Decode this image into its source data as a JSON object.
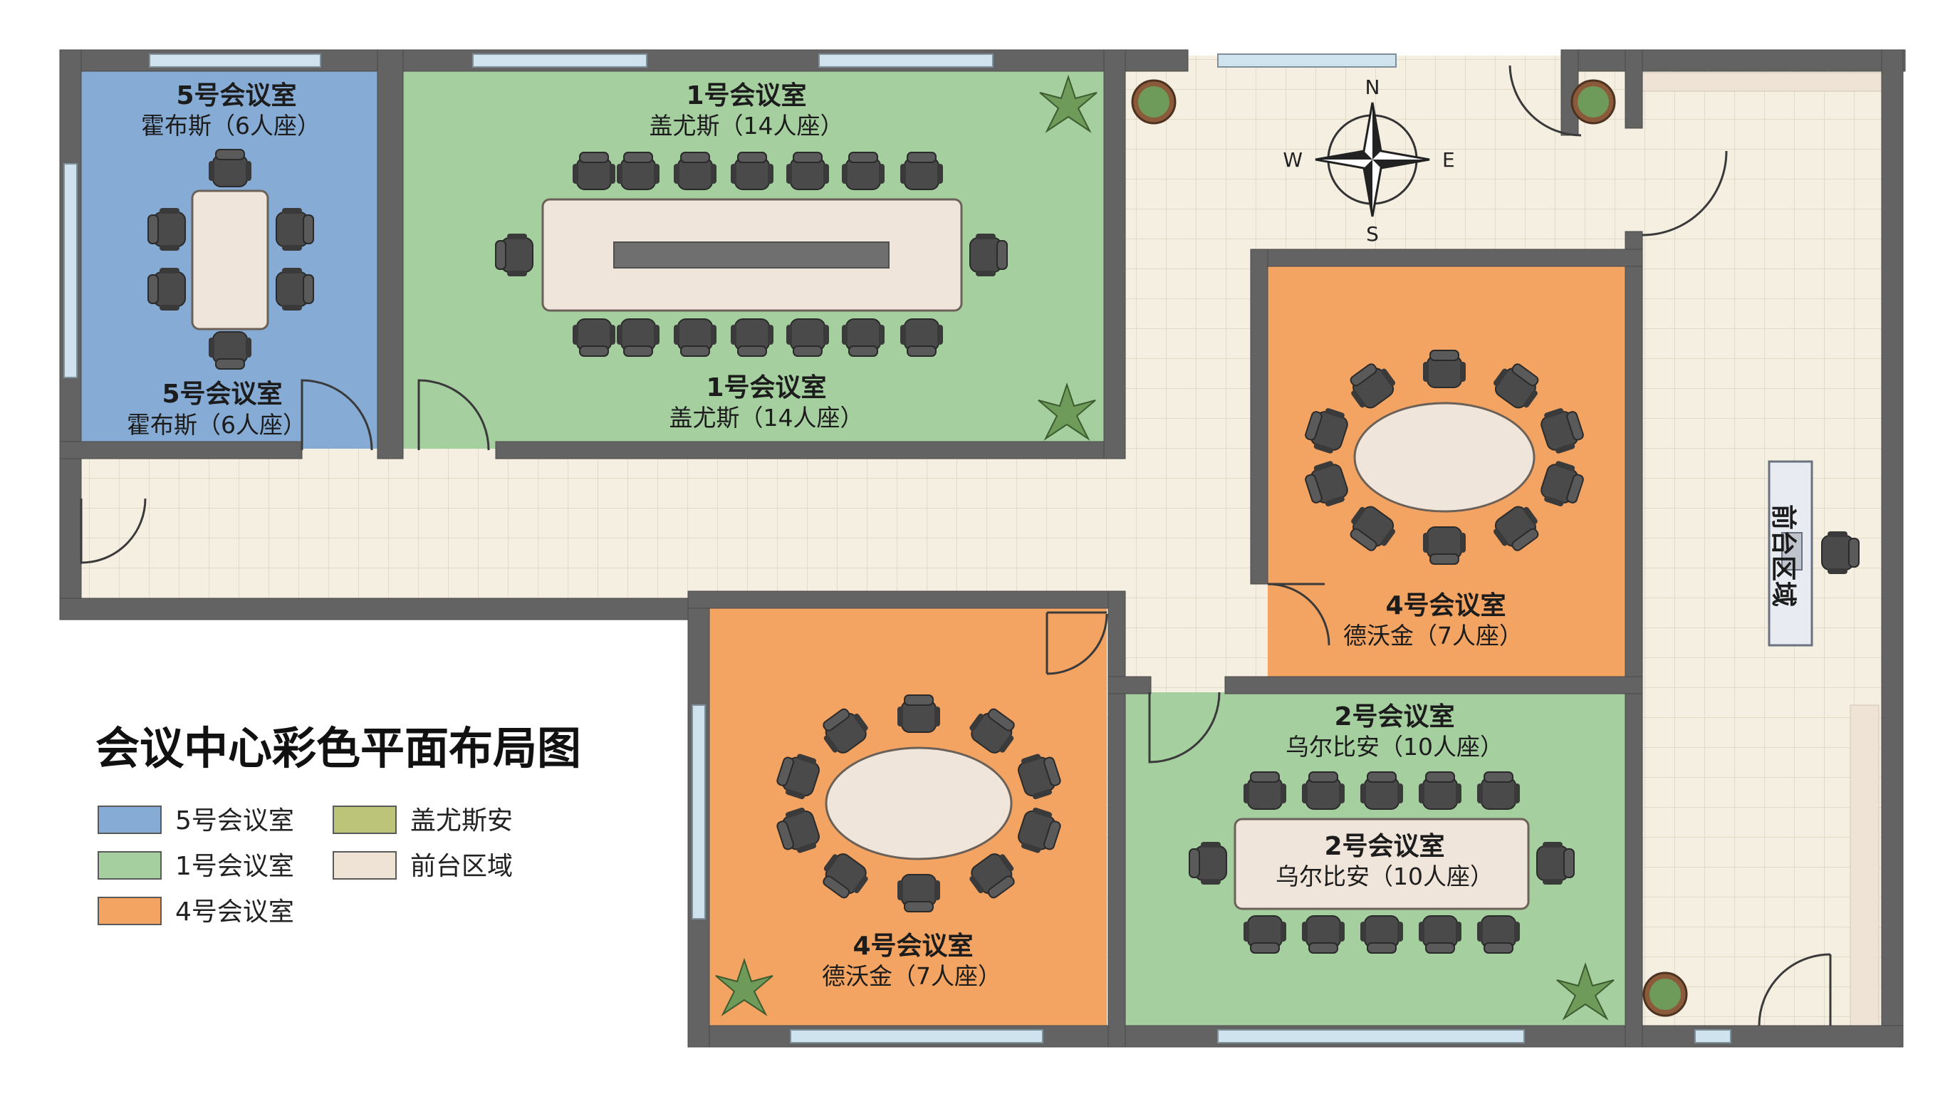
{
  "title": "会议中心彩色平面布局图",
  "colors": {
    "room5": "#86acd6",
    "room1": "#a6cfa0",
    "room4": "#f4a462",
    "room2": "#a6cfa0",
    "floor": "#f5efe2",
    "wall": "#636363",
    "table": "#efe5da",
    "chair": "#4a4a4a",
    "window": "#cfe3ef",
    "legend_olive": "#bcc47a",
    "legend_front": "#efe3d6"
  },
  "compass": {
    "n": "N",
    "s": "S",
    "e": "E",
    "w": "W"
  },
  "rooms": {
    "r5": {
      "name": "5号会议室",
      "host": "霍布斯（6人座）"
    },
    "r1": {
      "name": "1号会议室",
      "host": "盖尤斯（14人座）"
    },
    "r4a": {
      "name": "4号会议室",
      "host": "德沃金（7人座）"
    },
    "r4b": {
      "name": "4号会议室",
      "host": "德沃金（7人座）"
    },
    "r2": {
      "name": "2号会议室",
      "host": "乌尔比安（10人座）"
    }
  },
  "front_desk": "前台区域",
  "legend": [
    {
      "label": "5号会议室",
      "color": "#86acd6"
    },
    {
      "label": "盖尤斯安",
      "color": "#bcc47a"
    },
    {
      "label": "1号会议室",
      "color": "#a6cfa0"
    },
    {
      "label": "前台区域",
      "color": "#efe3d6"
    },
    {
      "label": "4号会议室",
      "color": "#f4a462"
    }
  ]
}
